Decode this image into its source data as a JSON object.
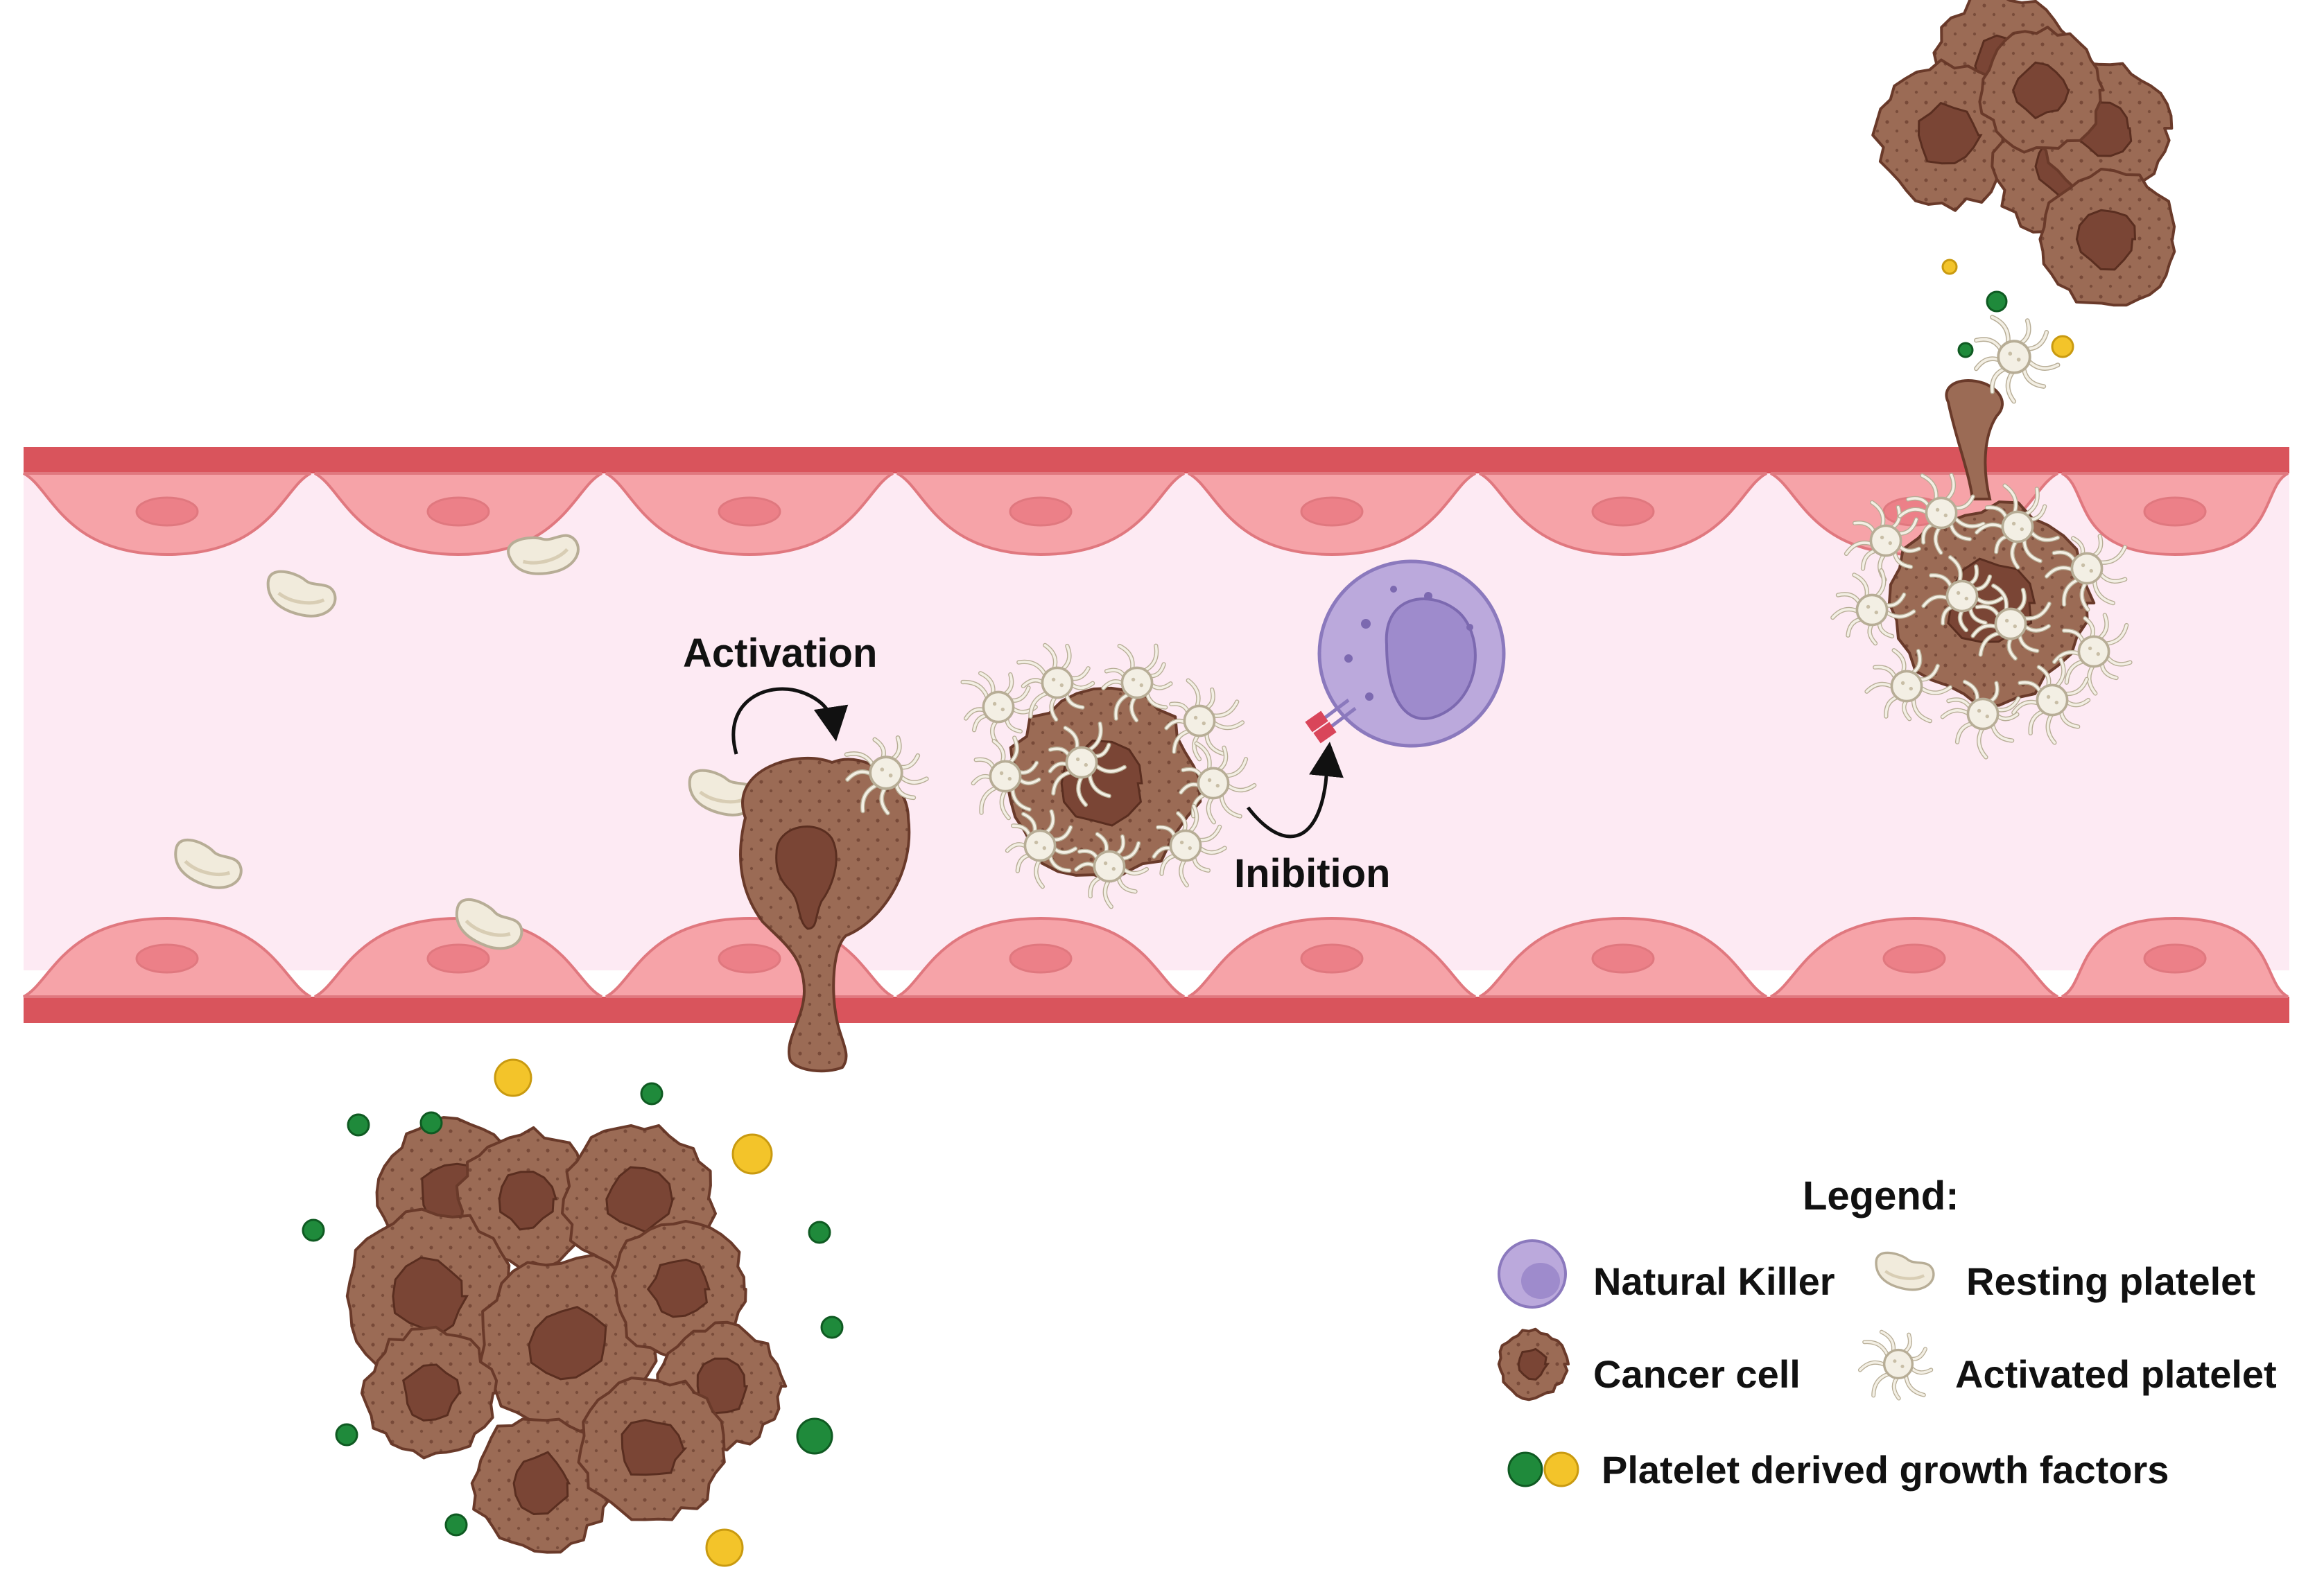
{
  "colors": {
    "vessel_wall": "#d9545c",
    "endothelium": "#f6a3a8",
    "endothelium_edge": "#e0787f",
    "nucleus": "#ec8088",
    "lumen": "#fdeaf3",
    "cancer_cell": "#9b6b55",
    "cancer_edge": "#6a3a2a",
    "cancer_nucleus": "#7a4535",
    "resting_platelet": "#f1ebdc",
    "activated_platelet": "#f3efe4",
    "nk_cell": "#bba9dc",
    "nk_nucleus": "#9e8bcc",
    "growth_factor_green": "#1f8a3b",
    "growth_factor_yellow": "#f3c42a",
    "receptor": "#d9455a"
  },
  "labels": {
    "activation": "Activation",
    "inhibition": "Inibition"
  },
  "legend": {
    "title": "Legend:",
    "natural_killer": "Natural Killer",
    "resting_platelet": "Resting platelet",
    "cancer_cell": "Cancer cell",
    "activated_platelet": "Activated platelet",
    "growth_factors": "Platelet derived growth factors"
  },
  "icons": [
    "natural-killer-cell-icon",
    "resting-platelet-icon",
    "cancer-cell-icon",
    "activated-platelet-icon",
    "growth-factor-icon",
    "curved-arrow-icon"
  ]
}
